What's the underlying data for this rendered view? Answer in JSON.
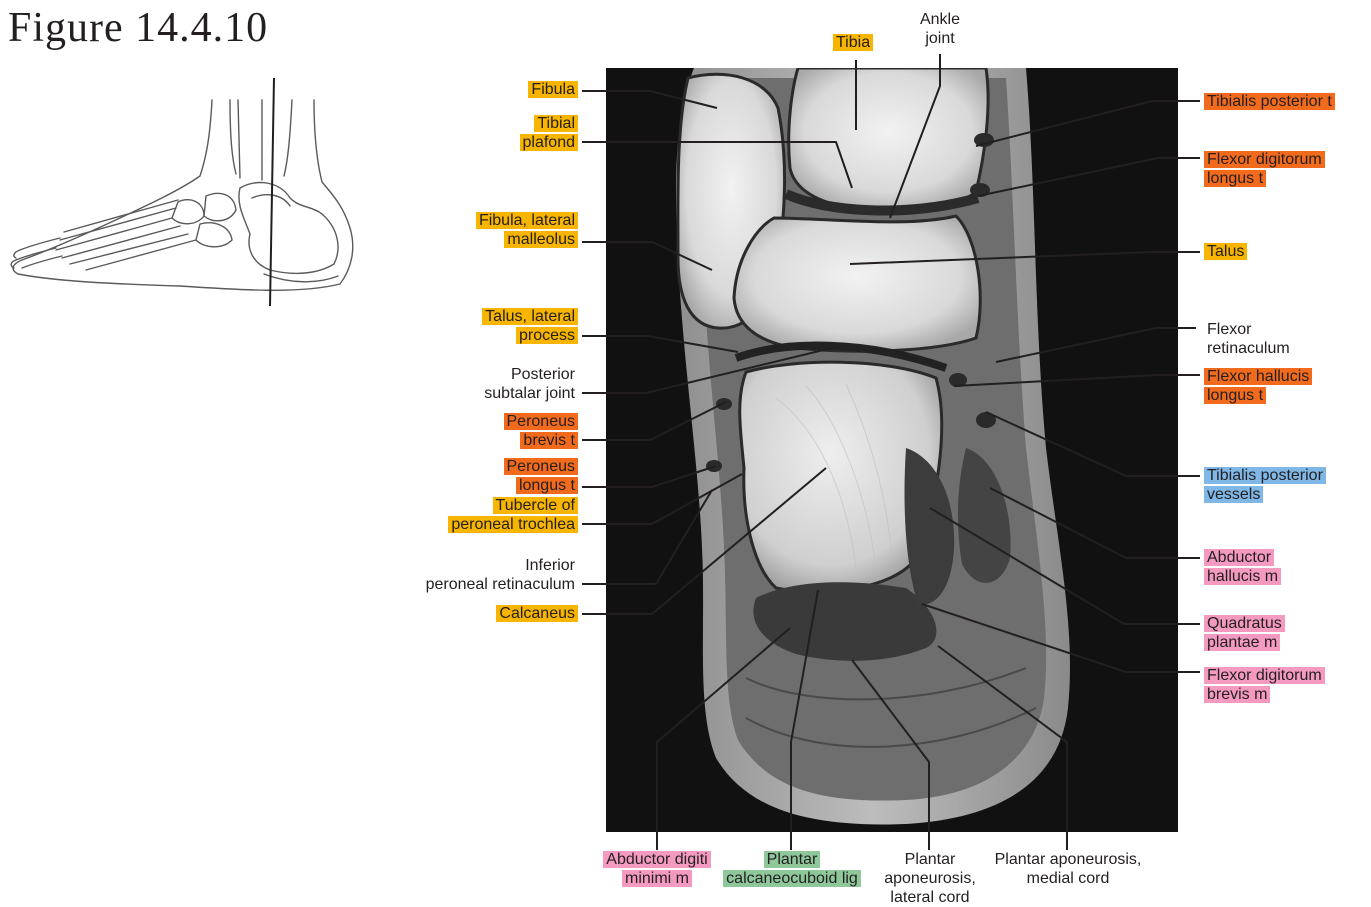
{
  "figure": {
    "title": "Figure 14.4.10"
  },
  "colors": {
    "bone": "#f7b500",
    "tendon": "#f26b1d",
    "muscle": "#f49ac1",
    "vessel": "#7fb7e6",
    "ligament": "#8ec89a",
    "leader_line": "#231f20",
    "mri_background": "#111111"
  },
  "images": {
    "reference_drawing": "foot-lateral-line-drawing",
    "mri": "coronal-ankle-mri"
  },
  "labels": {
    "tibia": [
      "Tibia"
    ],
    "ankle_joint": [
      "Ankle",
      "joint"
    ],
    "fibula": [
      "Fibula"
    ],
    "tibial_plafond": [
      "Tibial",
      "plafond"
    ],
    "fibula_lateral_malleolus": [
      "Fibula, lateral",
      "malleolus"
    ],
    "talus_lateral_process": [
      "Talus, lateral",
      "process"
    ],
    "posterior_subtalar_joint": [
      "Posterior",
      "subtalar joint"
    ],
    "peroneus_brevis": [
      "Peroneus",
      "brevis t"
    ],
    "peroneus_longus": [
      "Peroneus",
      "longus t"
    ],
    "tubercle_peroneal_trochlea": [
      "Tubercle of",
      "peroneal trochlea"
    ],
    "inferior_peroneal_retinaculum": [
      "Inferior",
      "peroneal retinaculum"
    ],
    "calcaneus": [
      "Calcaneus"
    ],
    "tibialis_posterior_t": [
      "Tibialis posterior t"
    ],
    "flexor_digitorum_longus": [
      "Flexor digitorum",
      "longus t"
    ],
    "talus": [
      "Talus"
    ],
    "flexor_retinaculum": [
      "Flexor",
      "retinaculum"
    ],
    "flexor_hallucis_longus": [
      "Flexor hallucis",
      "longus t"
    ],
    "tibialis_posterior_vessels": [
      "Tibialis posterior",
      "vessels"
    ],
    "abductor_hallucis": [
      "Abductor",
      "hallucis m"
    ],
    "quadratus_plantae": [
      "Quadratus",
      "plantae m"
    ],
    "flexor_digitorum_brevis": [
      "Flexor digitorum",
      "brevis m"
    ],
    "abductor_digiti_minimi": [
      "Abductor digiti",
      "minimi m"
    ],
    "plantar_calcaneocuboid": [
      "Plantar",
      "calcaneocuboid lig"
    ],
    "plantar_aponeurosis_lateral": [
      "Plantar",
      "aponeurosis,",
      "lateral cord"
    ],
    "plantar_aponeurosis_medial": [
      "Plantar aponeurosis,",
      "medial cord"
    ]
  }
}
